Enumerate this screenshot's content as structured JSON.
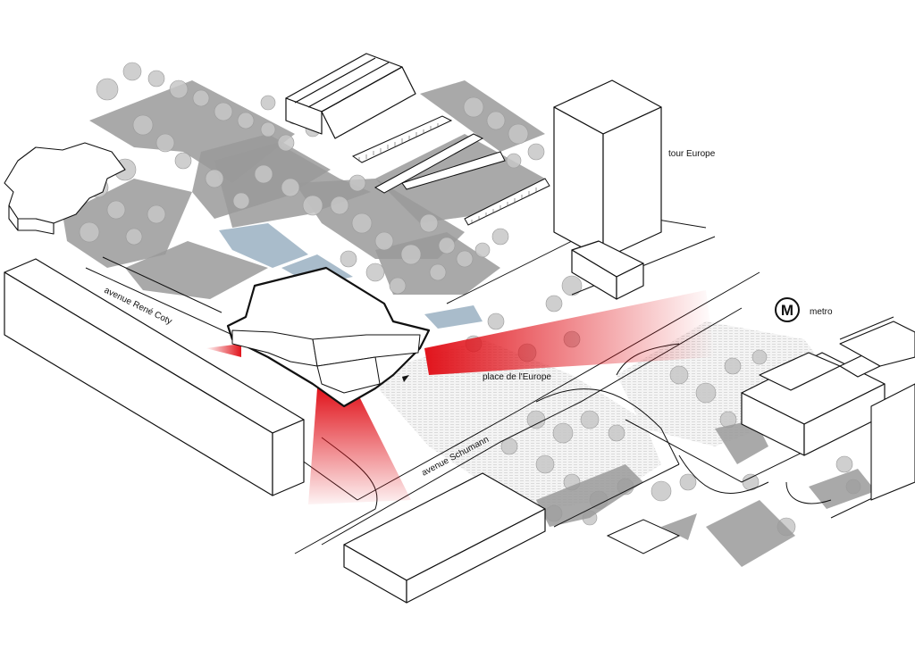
{
  "labels": {
    "tower": "tour Europe",
    "metro_symbol": "M",
    "metro": "metro",
    "avenue_coty": "avenue René Coty",
    "place": "place de l'Europe",
    "avenue_schumann": "avenue Schumann"
  },
  "colors": {
    "building_fill": "#ffffff",
    "outline": "#111111",
    "ground_gray": "#9a9a9a",
    "tree_gray": "#bdbdbd",
    "water_blue": "#a9bccb",
    "view_cone_red": "#e1141c"
  },
  "icons": [
    "metro-circle-icon"
  ]
}
